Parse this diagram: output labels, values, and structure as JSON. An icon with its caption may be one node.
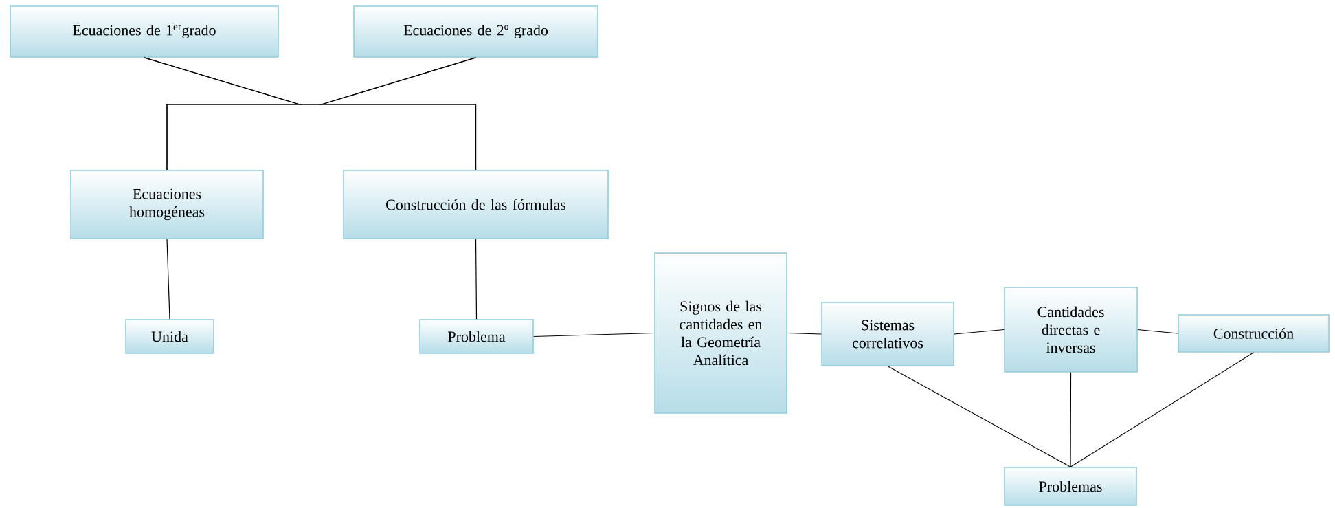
{
  "diagram": {
    "nodes": [
      {
        "text": [
          "Ecuaciones de 1$^{er}$grado"
        ]
      },
      {
        "text": [
          "Ecuaciones de 2º grado"
        ]
      },
      {
        "text": [
          "Ecuaciones homogéneas"
        ]
      },
      {
        "text": [
          "Construcción de las fórmulas"
        ]
      },
      {
        "text": [
          "Unida"
        ]
      },
      {
        "text": [
          "Problema"
        ]
      },
      {
        "text": [
          "Signos de las cantidades en la Geometría Analítica"
        ]
      },
      {
        "text": [
          "Sistemas correlativos"
        ]
      },
      {
        "text": [
          "Cantidades directas e inversas"
        ]
      },
      {
        "text": [
          "Construcción"
        ]
      },
      {
        "text": [
          "Problemas"
        ]
      }
    ],
    "edges": [
      {
        "from": 0,
        "to": 2,
        "arrow": "none"
      },
      {
        "from": 0,
        "to": 3,
        "arrow": "none"
      },
      {
        "from": 1,
        "to": 2,
        "arrow": "none"
      },
      {
        "from": 1,
        "to": 3,
        "arrow": "none"
      },
      {
        "from": 2,
        "to": 4,
        "arrow": "none"
      },
      {
        "from": 3,
        "to": 5,
        "arrow": "none"
      },
      {
        "from": 5,
        "to": 6,
        "arrow": "none"
      },
      {
        "from": 6,
        "to": 7,
        "arrow": "none"
      },
      {
        "from": 7,
        "to": 8,
        "arrow": "none"
      },
      {
        "from": 8,
        "to": 9,
        "arrow": "none"
      },
      {
        "from": 7,
        "to": 10,
        "arrow": "none"
      },
      {
        "from": 8,
        "to": 10,
        "arrow": "none"
      },
      {
        "from": 9,
        "to": 10,
        "arrow": "none"
      }
    ]
  }
}
